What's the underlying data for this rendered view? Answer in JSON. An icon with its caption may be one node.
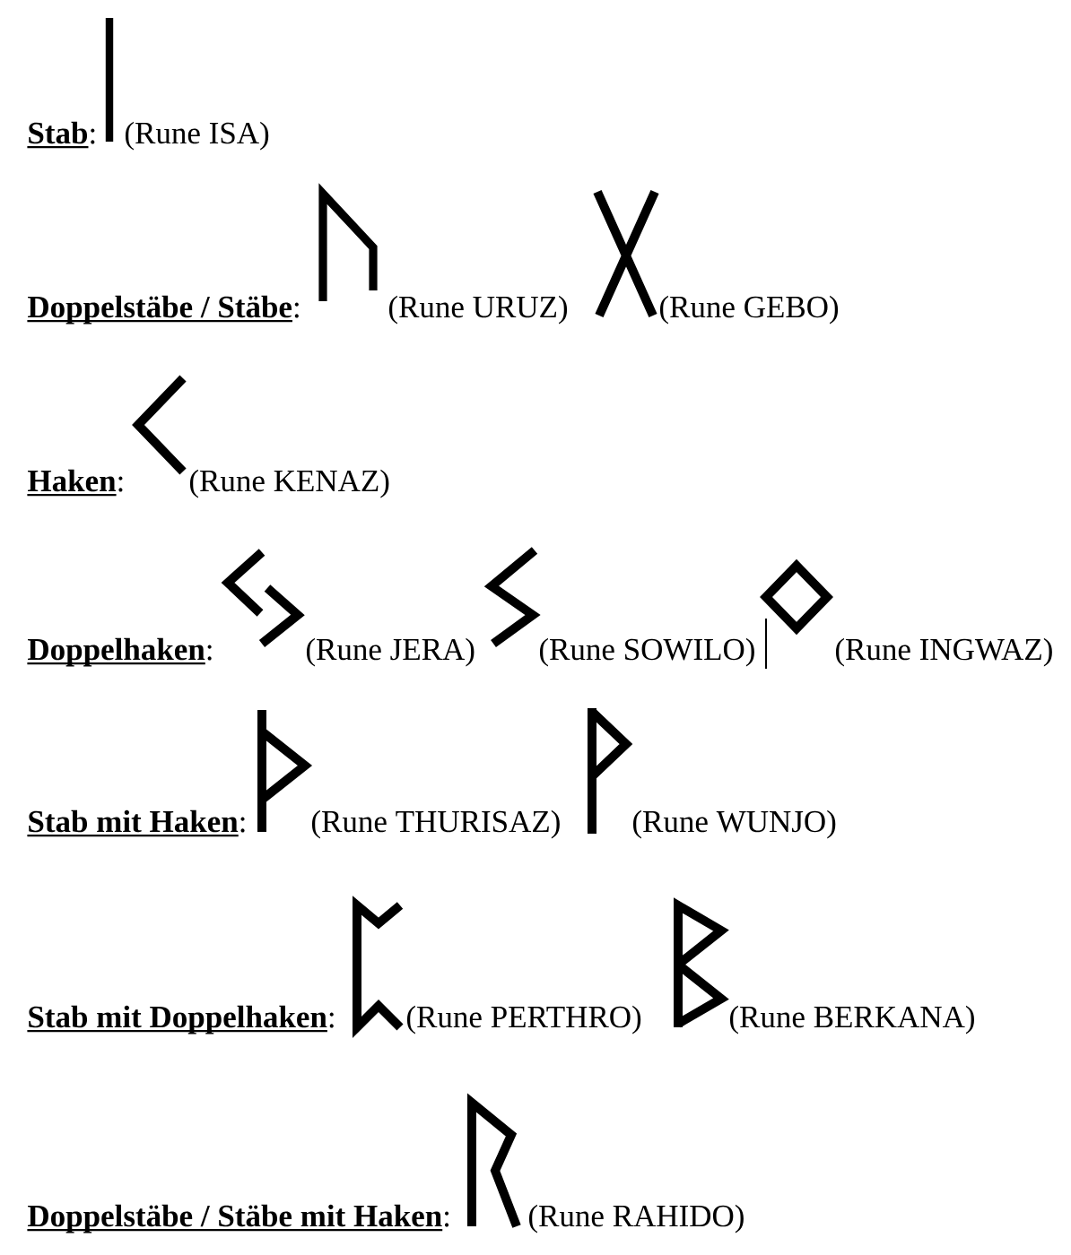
{
  "diagram": {
    "labels": [
      "**Stab**:",
      "(Rune ISA)",
      "**Doppelstäbe / Stäbe**:",
      "(Rune URUZ)",
      "(Rune GEBO)",
      "**Haken**:",
      "(Rune KENAZ)",
      "**Doppelhaken**:",
      "(Rune JERA)",
      "(Rune SOWILO)",
      "(Rune INGWAZ)",
      "**Stab mit Haken**:",
      "(Rune THURISAZ)",
      "(Rune WUNJO)",
      "**Stab mit Doppelhaken**:",
      "(Rune PERTHRO)",
      "(Rune BERKANA)",
      "**Doppelstäbe / Stäbe mit Haken**:",
      "(Rune RAHIDO)"
    ]
  }
}
